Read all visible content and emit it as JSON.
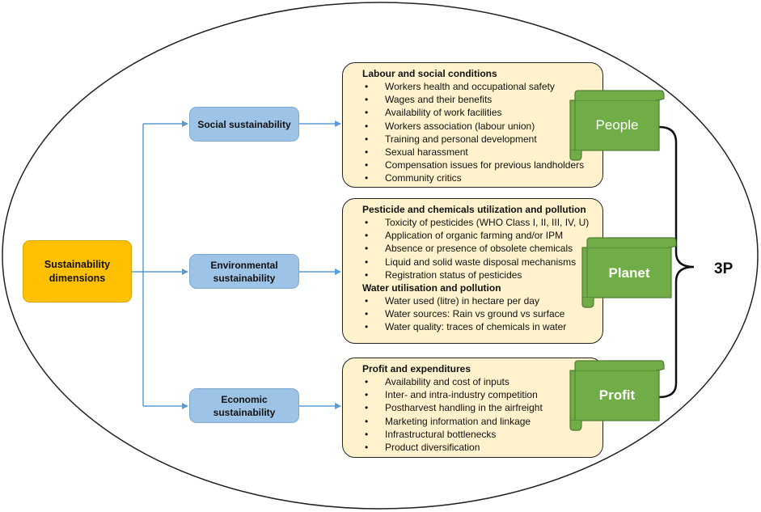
{
  "root": {
    "label": "Sustainability dimensions"
  },
  "dimensions": [
    {
      "label": "Social sustainability"
    },
    {
      "label": "Environmental sustainability"
    },
    {
      "label": "Economic sustainability"
    }
  ],
  "boxes": [
    {
      "sections": [
        {
          "heading": "Labour and social conditions",
          "items": [
            "Workers health and occupational safety",
            "Wages and their benefits",
            "Availability of work facilities",
            "Workers association (labour union)",
            "Training and personal development",
            "Sexual harassment",
            "Compensation issues for previous landholders",
            "Community critics"
          ]
        }
      ]
    },
    {
      "sections": [
        {
          "heading": "Pesticide and chemicals utilization and pollution",
          "items": [
            "Toxicity of pesticides (WHO Class I, II, III, IV, U)",
            "Application of organic farming and/or IPM",
            "Absence or presence of obsolete chemicals",
            "Liquid and solid waste disposal mechanisms",
            "Registration status of pesticides"
          ]
        },
        {
          "heading": "Water utilisation and pollution",
          "items": [
            "Water used (litre) in hectare per day",
            "Water sources: Rain vs ground vs surface",
            "Water quality: traces of chemicals in water"
          ]
        }
      ]
    },
    {
      "sections": [
        {
          "heading": "Profit and expenditures",
          "items": [
            "Availability and cost of inputs",
            "Inter- and intra-industry competition",
            "Postharvest handling in the airfreight",
            "Marketing information and linkage",
            "Infrastructural bottlenecks",
            "Product diversification"
          ]
        }
      ]
    }
  ],
  "pillars": [
    {
      "label": "People"
    },
    {
      "label": "Planet"
    },
    {
      "label": "Profit"
    }
  ],
  "group_label": "3P",
  "colors": {
    "root": "#ffc000",
    "dimension": "#9dc3e6",
    "box": "#fff2cc",
    "scroll": "#70ad47",
    "connector": "#5b9bd5"
  }
}
